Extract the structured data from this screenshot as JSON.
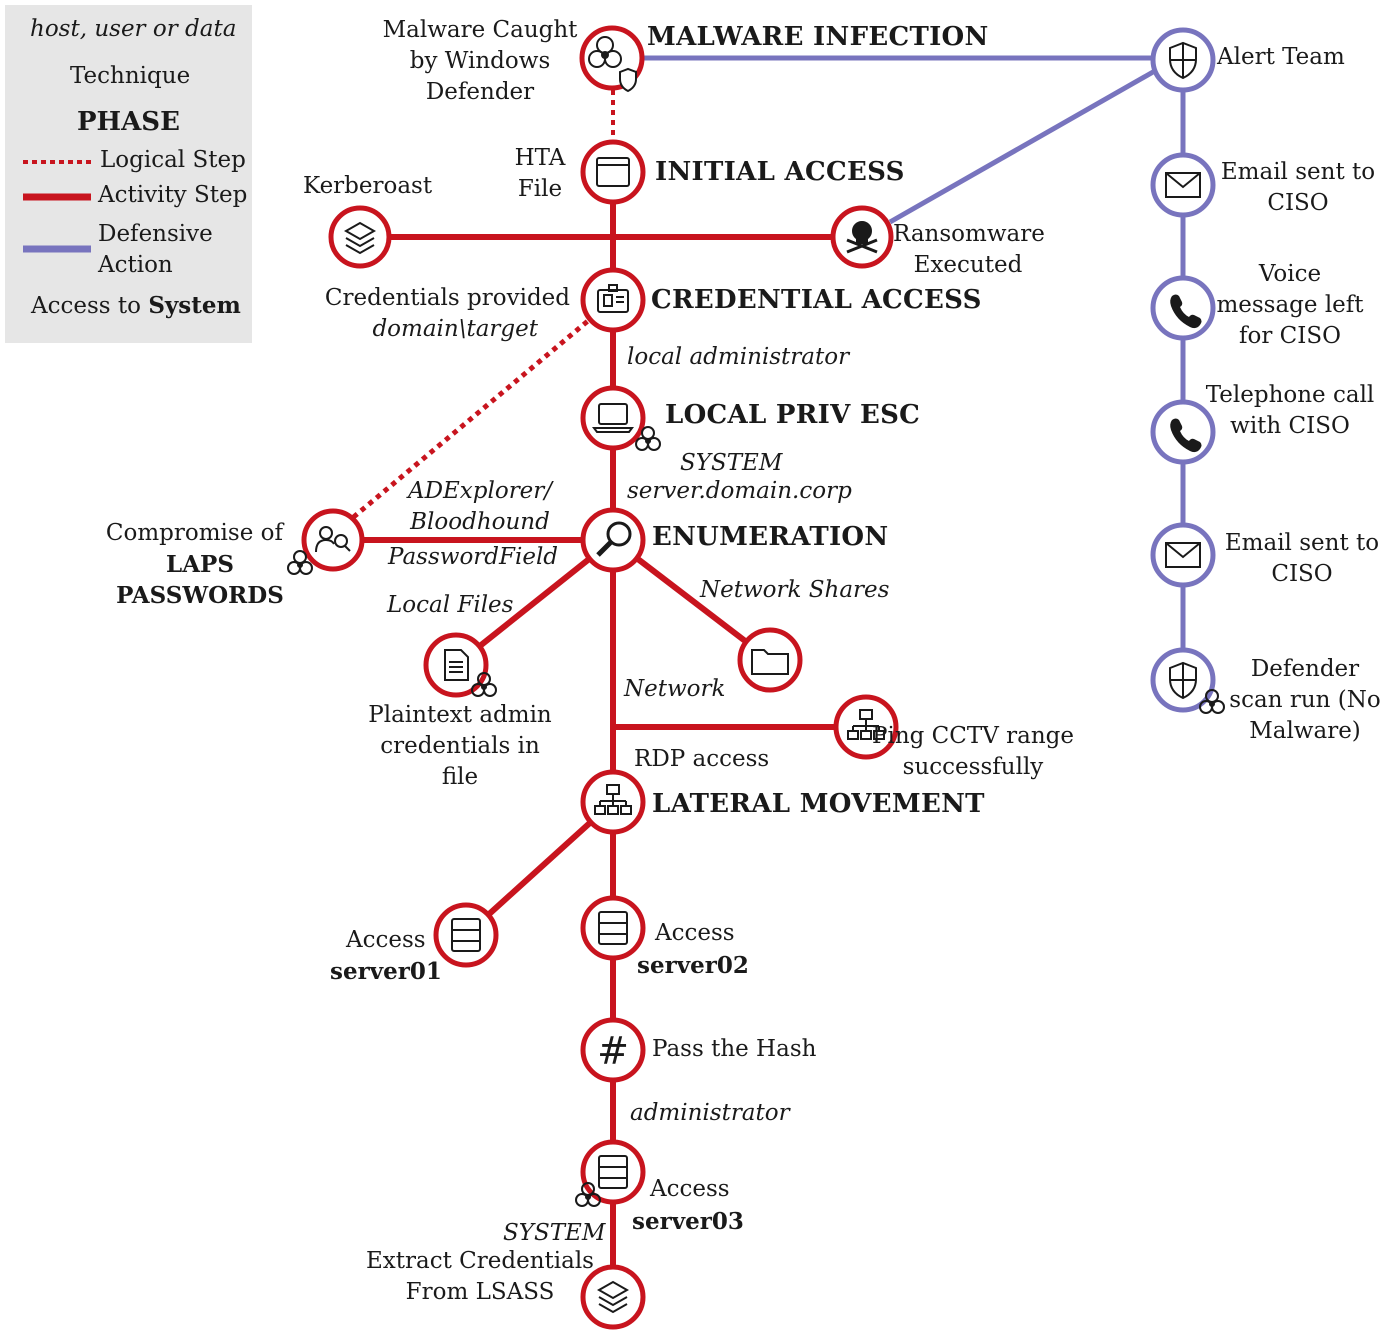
{
  "colors": {
    "activity": "#c8141e",
    "defensive": "#7874be",
    "legend_bg": "#e6e6e6",
    "text": "#1a1a1a"
  },
  "legend": {
    "host": "host, user or data",
    "technique": "Technique",
    "phase": "PHASE",
    "logical": "Logical Step",
    "activity": "Activity Step",
    "defensive": "Defensive Action",
    "access_prefix": "Access to ",
    "access_bold": "System"
  },
  "phases": {
    "malware_infection": "MALWARE INFECTION",
    "initial_access": "INITIAL ACCESS",
    "credential_access": "CREDENTIAL ACCESS",
    "local_priv_esc": "LOCAL PRIV ESC",
    "enumeration": "ENUMERATION",
    "lateral_movement": "LATERAL MOVEMENT"
  },
  "techniques": {
    "malware_caught": "Malware Caught by Windows Defender",
    "hta": "HTA File",
    "kerberoast": "Kerberoast",
    "ransomware": "Ransomware Executed",
    "credentials_provided": "Credentials provided",
    "laps_prefix": "Compromise of",
    "laps_bold": "LAPS PASSWORDS",
    "plaintext": "Plaintext admin credentials in file",
    "ping_cctv": "Ping CCTV range successfully",
    "access_label": "Access",
    "pass_hash": "Pass the Hash",
    "extract_lsass": "Extract Credentials From LSASS"
  },
  "hosts": {
    "domain_target": "domain\\target",
    "local_admin": "local administrator",
    "system": "SYSTEM",
    "server_domain": "server.domain.corp",
    "adexplorer": "ADExplorer/ Bloodhound",
    "password_field": "PasswordField",
    "local_files": "Local Files",
    "network_shares": "Network Shares",
    "network": "Network",
    "rdp": "RDP access",
    "server01": "server01",
    "server02": "server02",
    "server03": "server03",
    "administrator": "administrator",
    "system2": "SYSTEM"
  },
  "defensive": {
    "alert": "Alert  Team",
    "email1": "Email sent to CISO",
    "voice": "Voice message left for CISO",
    "phone": "Telephone call with CISO",
    "email2": "Email sent to CISO",
    "defender_scan": "Defender scan run (No Malware)"
  },
  "icons": [
    "biohazard-icon",
    "shield-icon",
    "window-icon",
    "layers-icon",
    "skull-icon",
    "badge-icon",
    "laptop-icon",
    "magnifier-icon",
    "users-search-icon",
    "document-icon",
    "folder-icon",
    "network-icon",
    "server-icon",
    "hash-icon",
    "envelope-icon",
    "phone-icon"
  ]
}
